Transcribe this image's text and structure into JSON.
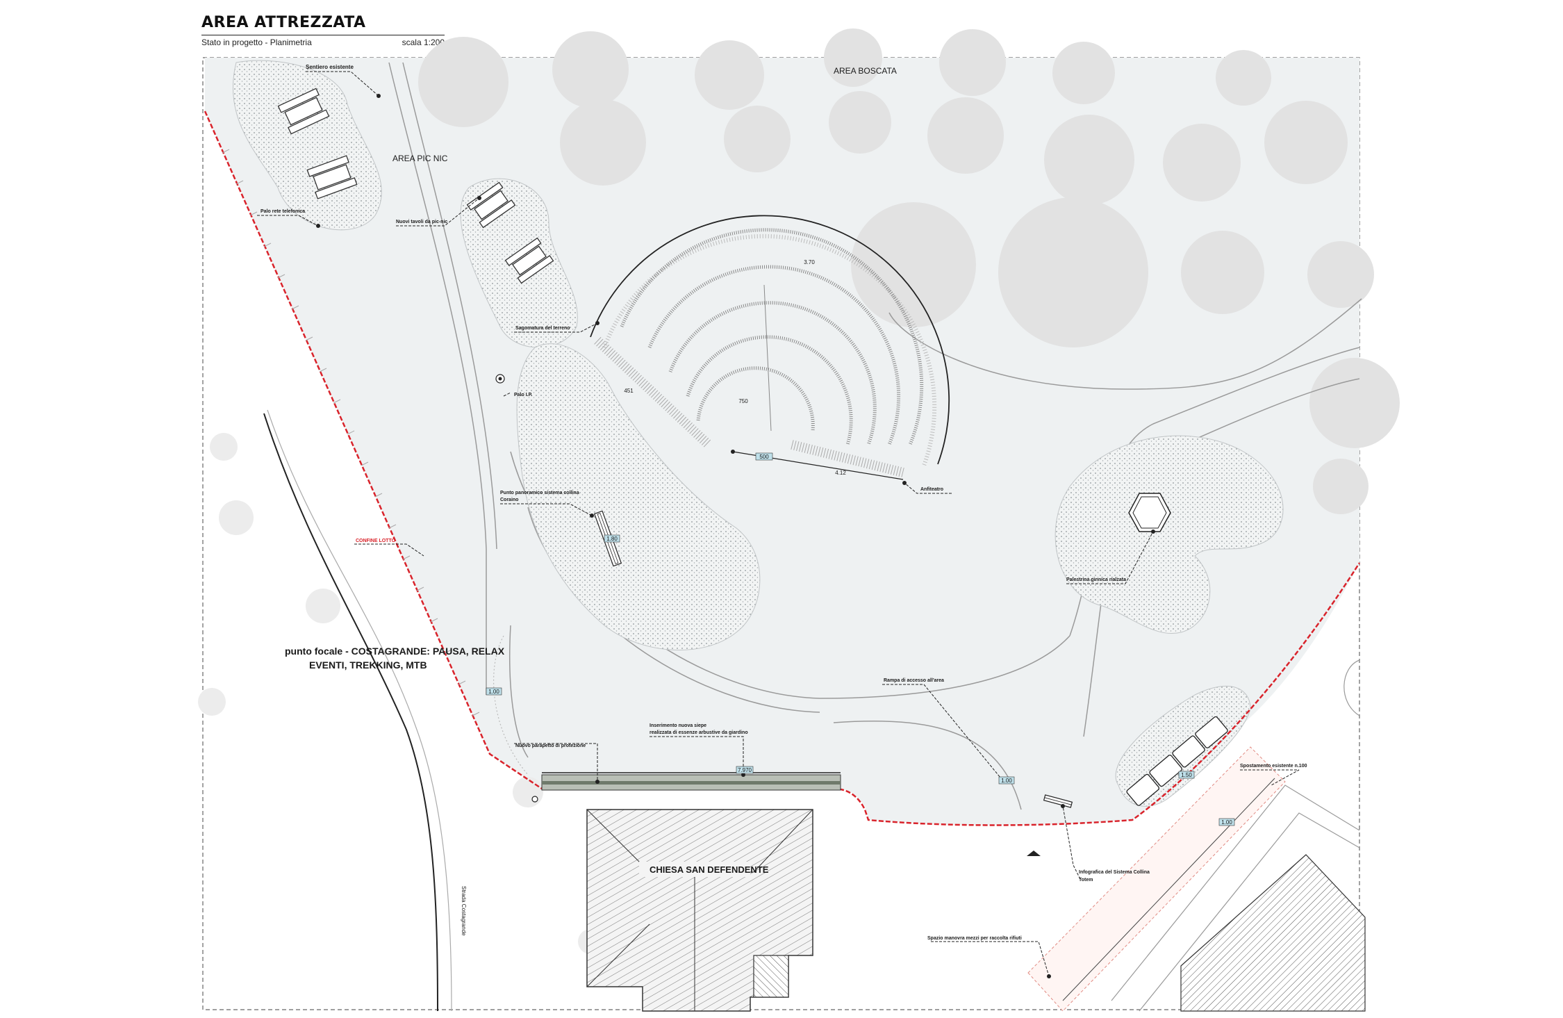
{
  "header": {
    "title": "AREA ATTREZZATA",
    "subtitle": "Stato in progetto - Planimetria",
    "scale": "scala 1:200"
  },
  "labels": {
    "area_boscata": "AREA BOSCATA",
    "area_pic_nic": "AREA PIC NIC",
    "sentiero": "Sentiero esistente",
    "palo_telefono": "Palo rete telefonica",
    "tavoli": "Nuovi tavoli da pic-nic",
    "sagomatura": "Sagomatura del terreno",
    "palo_ip": "Palo I.P.",
    "punto_panoramico_1": "Punto panoramico sistema collina",
    "punto_panoramico_2": "Coraino",
    "anfiteatro": "Anfiteatro",
    "palestrina": "Palestrina ginnica rialzata",
    "confine": "CONFINE LOTTO",
    "focal_1": "punto focale - COSTAGRANDE: PAUSA, RELAX",
    "focal_2": "EVENTI, TREKKING, MTB",
    "rampa": "Rampa di accesso all'area",
    "rivestimento_1": "Inserimento nuova siepe",
    "rivestimento_2": "realizzata di essenze arbustive da giardino",
    "parapetto": "Nuovo parapetto di protezione",
    "spostamento": "Spostamento esistente n.100",
    "infografica_1": "Infografica del Sistema Collina",
    "infografica_2": "Totem",
    "spazio": "Spazio manovra mezzi per raccolta rifiuti",
    "chiesa": "CHIESA SAN DEFENDENTE",
    "strada": "Strada Costagrande"
  },
  "dimensions": {
    "arc_outer": "3.70",
    "radius_inner": "750",
    "radius_mid": "451",
    "base_left": "500",
    "base_right": "4.12",
    "bench_len": "1.80",
    "hedge_len": "7.970",
    "ramp_w": "1.00",
    "bin_w": "1.50",
    "dim_left": "1.00",
    "road_len": "1.00"
  },
  "colors": {
    "boundary": "#d9232b",
    "ground": "#eef1f2",
    "tree": "#e2e2e2",
    "line": "#9a9a9a",
    "dim_tag": "#bfe0ea"
  }
}
